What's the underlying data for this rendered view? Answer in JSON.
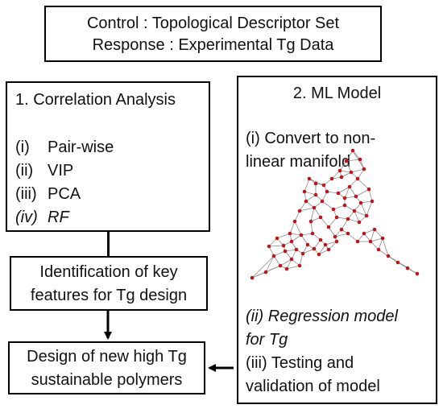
{
  "top_box": {
    "line1": "Control : Topological Descriptor Set",
    "line2": "Response : Experimental Tg Data"
  },
  "correlation": {
    "title": "1. Correlation Analysis",
    "items": [
      {
        "num": "(i)",
        "label": "Pair-wise",
        "italic": false
      },
      {
        "num": "(ii)",
        "label": "VIP",
        "italic": false
      },
      {
        "num": "(iii)",
        "label": "PCA",
        "italic": false
      },
      {
        "num": "(iv)",
        "label": "RF",
        "italic": true
      }
    ]
  },
  "identification": {
    "line1": "Identification of key",
    "line2": "features for Tg design"
  },
  "design": {
    "line1": "Design of new high Tg",
    "line2": "sustainable polymers"
  },
  "ml_model": {
    "title": "2. ML Model",
    "step1_line1": "(i) Convert to non-",
    "step1_line2": "linear manifold",
    "step2_line1": "(ii) Regression model",
    "step2_line2": "for Tg",
    "step3_line1": "(iii) Testing and",
    "step3_line2": "validation of model"
  },
  "colors": {
    "node": "#c0141c",
    "edge": "#8a8a8a",
    "border": "#000000"
  }
}
